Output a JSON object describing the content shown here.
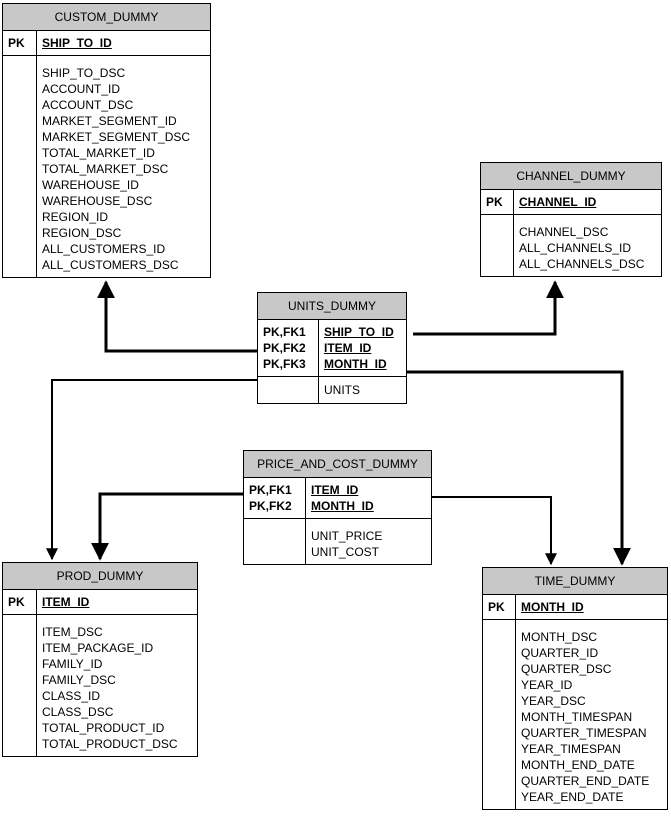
{
  "entities": {
    "custom": {
      "title": "CUSTOM_DUMMY",
      "key_label": "PK",
      "pk": "SHIP_TO_ID",
      "attributes": [
        "SHIP_TO_DSC",
        "ACCOUNT_ID",
        "ACCOUNT_DSC",
        "MARKET_SEGMENT_ID",
        "MARKET_SEGMENT_DSC",
        "TOTAL_MARKET_ID",
        "TOTAL_MARKET_DSC",
        "WAREHOUSE_ID",
        "WAREHOUSE_DSC",
        "REGION_ID",
        "REGION_DSC",
        "ALL_CUSTOMERS_ID",
        "ALL_CUSTOMERS_DSC"
      ]
    },
    "channel": {
      "title": "CHANNEL_DUMMY",
      "key_label": "PK",
      "pk": "CHANNEL_ID",
      "attributes": [
        "CHANNEL_DSC",
        "ALL_CHANNELS_ID",
        "ALL_CHANNELS_DSC"
      ]
    },
    "units": {
      "title": "UNITS_DUMMY",
      "key_labels": [
        "PK,FK1",
        "PK,FK2",
        "PK,FK3"
      ],
      "pks": [
        "SHIP_TO_ID",
        "ITEM_ID",
        "MONTH_ID"
      ],
      "attributes": [
        "UNITS"
      ]
    },
    "price": {
      "title": "PRICE_AND_COST_DUMMY",
      "key_labels": [
        "PK,FK1",
        "PK,FK2"
      ],
      "pks": [
        "ITEM_ID",
        "MONTH_ID"
      ],
      "attributes": [
        "UNIT_PRICE",
        "UNIT_COST"
      ]
    },
    "prod": {
      "title": "PROD_DUMMY",
      "key_label": "PK",
      "pk": "ITEM_ID",
      "attributes": [
        "ITEM_DSC",
        "ITEM_PACKAGE_ID",
        "FAMILY_ID",
        "FAMILY_DSC",
        "CLASS_ID",
        "CLASS_DSC",
        "TOTAL_PRODUCT_ID",
        "TOTAL_PRODUCT_DSC"
      ]
    },
    "time": {
      "title": "TIME_DUMMY",
      "key_label": "PK",
      "pk": "MONTH_ID",
      "attributes": [
        "MONTH_DSC",
        "QUARTER_ID",
        "QUARTER_DSC",
        "YEAR_ID",
        "YEAR_DSC",
        "MONTH_TIMESPAN",
        "QUARTER_TIMESPAN",
        "YEAR_TIMESPAN",
        "MONTH_END_DATE",
        "QUARTER_END_DATE",
        "YEAR_END_DATE"
      ]
    }
  },
  "relationships": [
    {
      "from": "units",
      "to": "custom",
      "via": "SHIP_TO_ID"
    },
    {
      "from": "units",
      "to": "channel",
      "via": "CHANNEL_ID"
    },
    {
      "from": "units",
      "to": "prod",
      "via": "ITEM_ID"
    },
    {
      "from": "units",
      "to": "time",
      "via": "MONTH_ID"
    },
    {
      "from": "price",
      "to": "prod",
      "via": "ITEM_ID"
    },
    {
      "from": "price",
      "to": "time",
      "via": "MONTH_ID"
    }
  ]
}
